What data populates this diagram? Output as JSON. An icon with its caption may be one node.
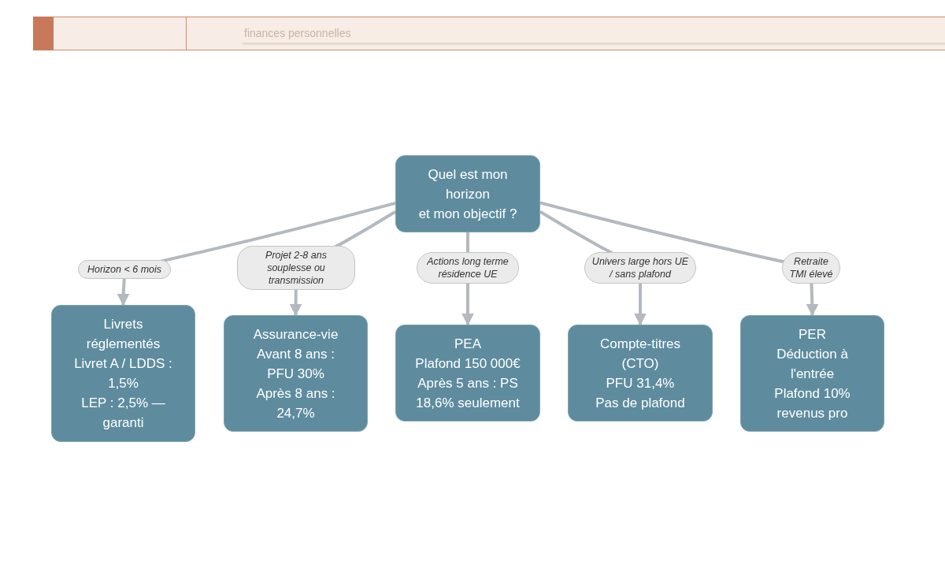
{
  "diagram": {
    "nodes": [
      {
        "text": [
          "Quel est mon horizon",
          "et mon objectif ?"
        ]
      },
      {
        "text": [
          "Livrets réglementés",
          "Livret A / LDDS : 1,5%",
          "LEP : 2,5% — garanti"
        ]
      },
      {
        "text": [
          "Assurance-vie",
          "Avant 8 ans : PFU 30%",
          "Après 8 ans : 24,7%"
        ]
      },
      {
        "text": [
          "PEA",
          "Plafond 150 000€",
          "Après 5 ans : PS 18,6% seulement"
        ]
      },
      {
        "text": [
          "Compte-titres (CTO)",
          "PFU 31,4%",
          "Pas de plafond"
        ]
      },
      {
        "text": [
          "PER",
          "Déduction à l'entrée",
          "Plafond 10% revenus pro"
        ]
      }
    ],
    "edges": [
      {
        "from": 0,
        "to": 1,
        "arrow": "to",
        "label": "Horizon < 6 mois"
      },
      {
        "from": 0,
        "to": 2,
        "arrow": "to",
        "label": "Projet 2-8 ans souplesse ou transmission"
      },
      {
        "from": 0,
        "to": 3,
        "arrow": "to",
        "label": "Actions long terme résidence UE"
      },
      {
        "from": 0,
        "to": 4,
        "arrow": "to",
        "label": "Univers large hors UE / sans plafond"
      },
      {
        "from": 0,
        "to": 5,
        "arrow": "to",
        "label": "Retraite TMI élevé"
      }
    ],
    "labels": [
      "finances personnelles"
    ]
  }
}
